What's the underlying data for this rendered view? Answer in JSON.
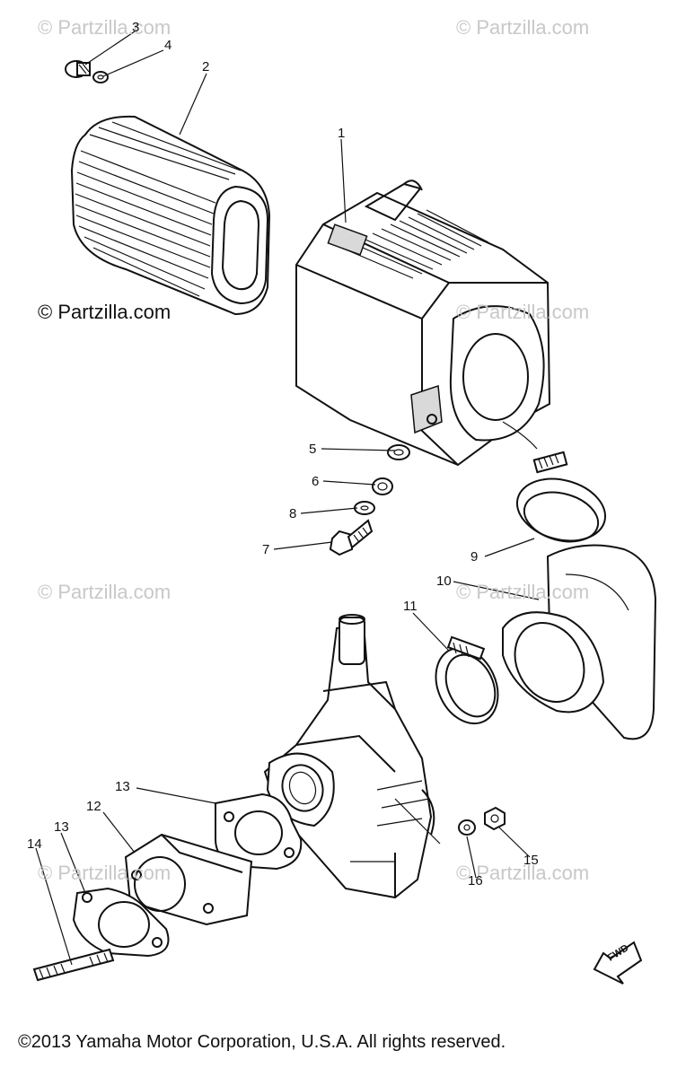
{
  "watermarks": {
    "w1": "© Partzilla.com",
    "w2": "© Partzilla.com",
    "w3": "© Partzilla.com",
    "w4": "© Partzilla.com",
    "w5": "© Partzilla.com",
    "w6": "© Partzilla.com",
    "w7": "© Partzilla.com",
    "w8": "© Partzilla.com"
  },
  "callouts": {
    "c1": "1",
    "c2": "2",
    "c3": "3",
    "c4": "4",
    "c5": "5",
    "c6": "6",
    "c7": "7",
    "c8": "8",
    "c9": "9",
    "c10": "10",
    "c11": "11",
    "c12": "12",
    "c13a": "13",
    "c13b": "13",
    "c14": "14",
    "c15": "15",
    "c16": "16"
  },
  "fwd_label": "FWD",
  "footer": "©2013  Yamaha Motor Corporation, U.S.A. All rights reserved."
}
